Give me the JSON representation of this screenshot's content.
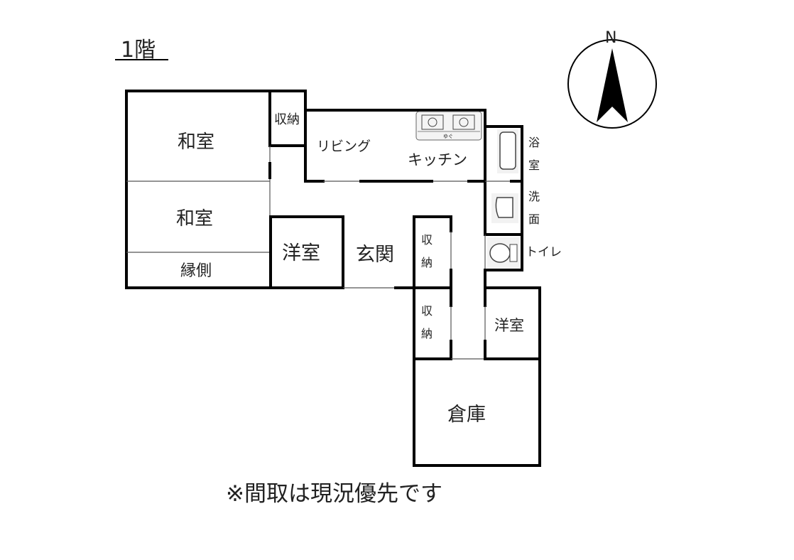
{
  "title": "1階",
  "compass": {
    "label": "N"
  },
  "rooms": {
    "washitsu1": "和室",
    "washitsu2": "和室",
    "engawa": "縁側",
    "shuno_top": "収納",
    "living": "リビング",
    "kitchen": "キッチン",
    "bath": [
      "浴",
      "室"
    ],
    "washroom": [
      "洗",
      "面"
    ],
    "toilet": "トイレ",
    "yoshitsu1": "洋室",
    "genkan": "玄関",
    "shuno_mid": [
      "収",
      "納"
    ],
    "shuno_low": [
      "収",
      "納"
    ],
    "yoshitsu2": "洋室",
    "soko": "倉庫"
  },
  "stove_label": "ゆぐ",
  "note": "※間取は現況優先です"
}
